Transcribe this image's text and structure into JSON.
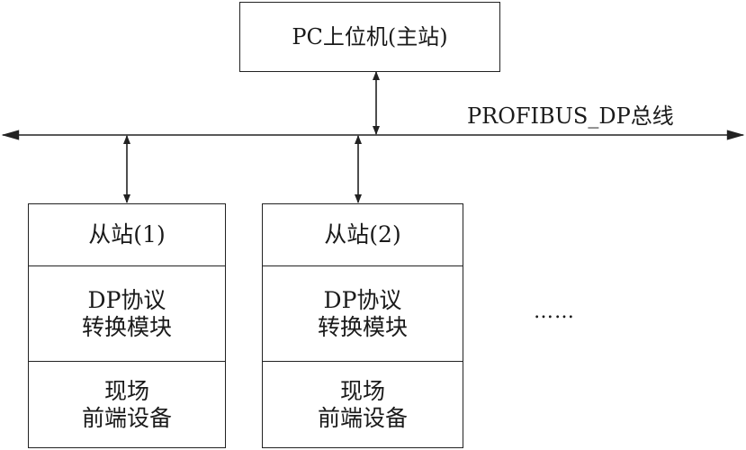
{
  "master": {
    "label": "PC上位机(主站)"
  },
  "bus": {
    "label": "PROFIBUS_DP总线"
  },
  "slaves": [
    {
      "title": "从站(1)",
      "module_line1": "DP协议",
      "module_line2": "转换模块",
      "device_line1": "现场",
      "device_line2": "前端设备"
    },
    {
      "title": "从站(2)",
      "module_line1": "DP协议",
      "module_line2": "转换模块",
      "device_line1": "现场",
      "device_line2": "前端设备"
    }
  ],
  "ellipsis": "……",
  "colors": {
    "line": "#222222",
    "background": "#ffffff"
  }
}
